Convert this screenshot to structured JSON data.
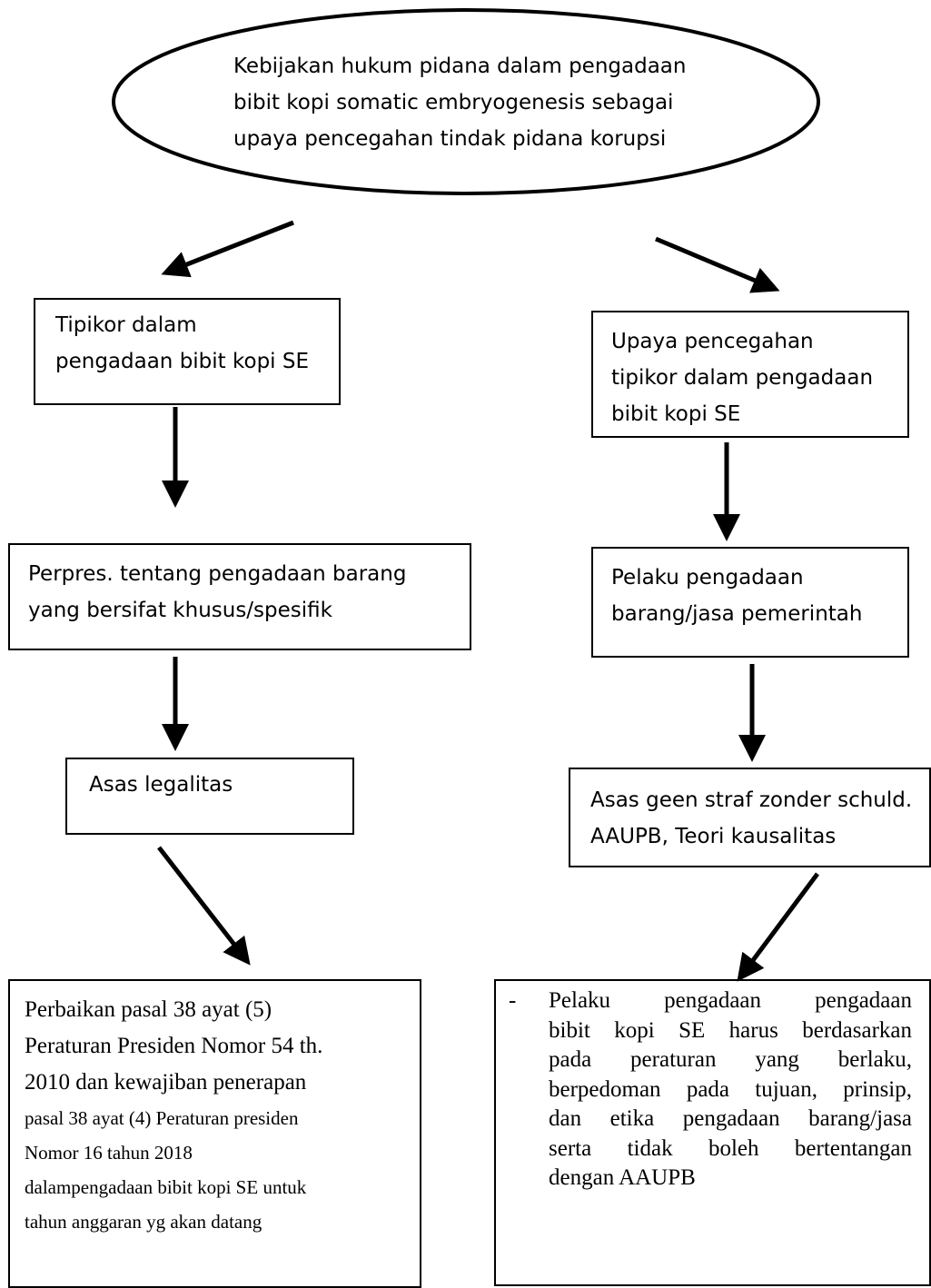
{
  "title": {
    "lines": [
      "Kebijakan hukum pidana dalam pengadaan",
      "bibit kopi somatic embryogenesis sebagai",
      "upaya pencegahan tindak pidana korupsi"
    ]
  },
  "left": {
    "box1": [
      "Tipikor dalam",
      "pengadaan bibit kopi SE"
    ],
    "box2": [
      "Perpres. tentang pengadaan barang",
      "yang bersifat khusus/spesifik"
    ],
    "box3": [
      "Asas legalitas"
    ],
    "box4": {
      "lines_large": [
        "Perbaikan pasal 38 ayat (5)",
        "Peraturan Presiden Nomor 54 th.",
        "2010 dan kewajiban penerapan"
      ],
      "lines_small": [
        "pasal  38 ayat (4) Peraturan presiden",
        "Nomor 16 tahun 2018",
        "dalampengadaan bibit kopi SE untuk",
        "tahun anggaran yg akan datang"
      ]
    }
  },
  "right": {
    "box1": [
      "Upaya pencegahan",
      "tipikor dalam pengadaan",
      "bibit kopi SE"
    ],
    "box2": [
      "Pelaku pengadaan",
      "barang/jasa pemerintah"
    ],
    "box3": [
      "Asas geen straf zonder schuld.",
      "AAUPB, Teori kausalitas"
    ],
    "box4": {
      "bullet": "-",
      "lines": [
        "Pelaku    pengadaan    pengadaan",
        "bibit kopi SE harus berdasarkan",
        "pada   peraturan   yang   berlaku,",
        "berpedoman pada tujuan, prinsip,",
        "dan etika pengadaan barang/jasa",
        "serta  tidak  boleh  bertentangan",
        "dengan AAUPB"
      ]
    }
  }
}
